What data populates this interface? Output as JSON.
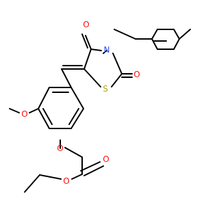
{
  "colors": {
    "bond": "#000000",
    "oxygen": "#ff0d0d",
    "nitrogen": "#3050f8",
    "sulfur": "#b2a51f",
    "background": "#ffffff"
  },
  "atoms": {
    "o_ring_carbonyl": "O",
    "n_ring": "N",
    "o_ring_carbonyl_2": "O",
    "s_ring": "S",
    "o_methoxy": "O",
    "o_ether": "O",
    "o_ester_carbonyl": "O",
    "o_ester": "O"
  }
}
